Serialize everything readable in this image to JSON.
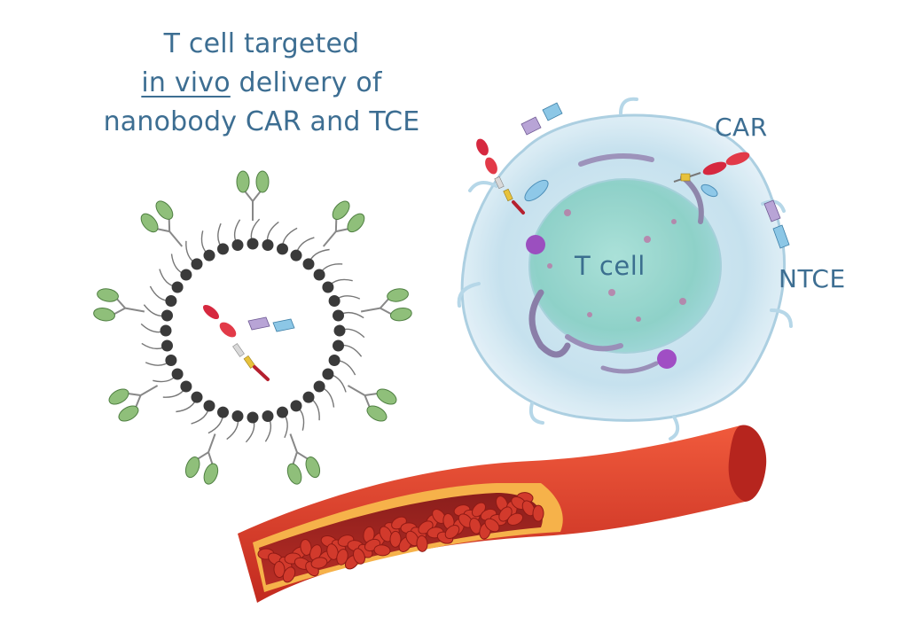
{
  "title": {
    "line1": "T cell targeted",
    "line2_underlined": "in vivo",
    "line2_rest": " delivery of",
    "line3": "nanobody CAR and TCE"
  },
  "labels": {
    "car": "CAR",
    "t_cell": "T cell",
    "ntce": "NTCE"
  },
  "colors": {
    "text": "#3d6e92",
    "lipid_head": "#3a3a3a",
    "antibody": "#8fbf7a",
    "vessel_outer": "#e43f2b",
    "vessel_inner": "#f6b24a",
    "cell_membrane": "#b9d8ea",
    "nucleus": "#8fd4c8",
    "car_domain": "#d6283f"
  }
}
